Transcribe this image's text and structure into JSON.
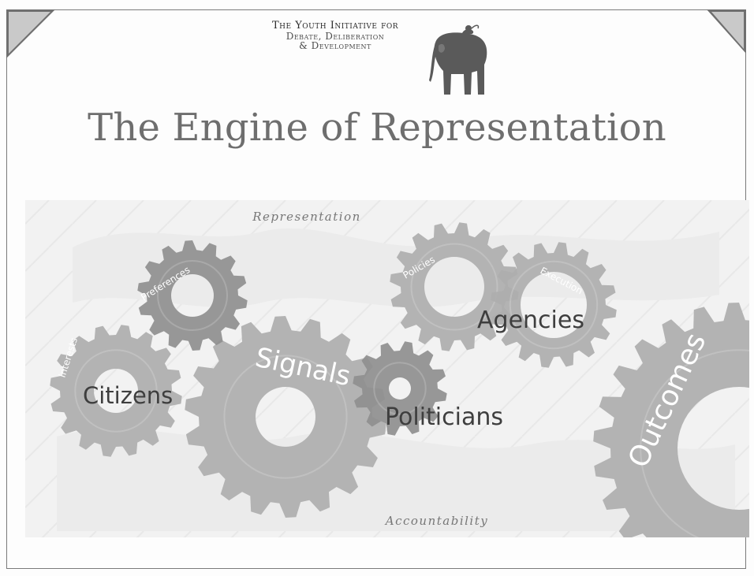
{
  "header": {
    "org_line1": "The Youth Initiative for",
    "org_line2": "Debate, Deliberation",
    "org_line3": "& Development",
    "logo_icon": "elephant-with-monkey-icon"
  },
  "title": "The Engine of Representation",
  "diagram": {
    "top_label": "Representation",
    "bottom_label": "Accountability",
    "nodes": {
      "citizens": "Citizens",
      "politicians": "Politicians",
      "agencies": "Agencies"
    },
    "gear_words": {
      "interests": "Interests",
      "preferences": "Preferences",
      "signals": "Signals",
      "policies": "Policies",
      "execution": "Execution",
      "outcomes": "Outcomes"
    }
  },
  "colors": {
    "gear_fill": "#aeaeae",
    "gear_dark": "#8f8f8f",
    "title": "#6e6e6e",
    "background": "#f2f2f2"
  }
}
